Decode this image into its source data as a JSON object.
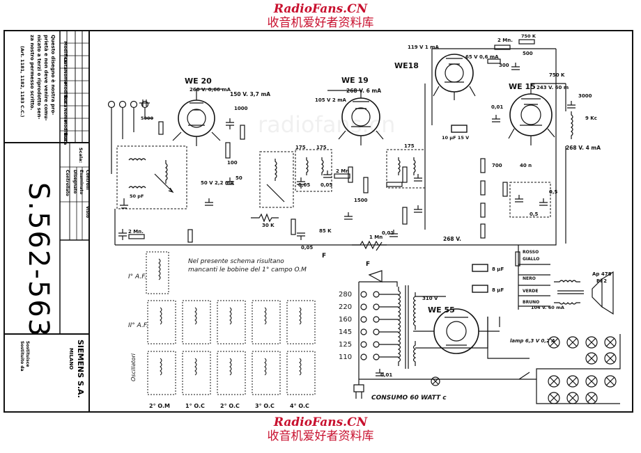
{
  "watermark": {
    "site": "RadioFans.CN",
    "cn": "收音机爱好者资料库",
    "center_mark": "radiofans.cn",
    "color": "#c8102e"
  },
  "title_block": {
    "model": "S.562-563",
    "maker": "SIEMENS S.A.",
    "city": "MILANO",
    "notice": [
      "Questo disegno è nostra pro-",
      "prietà e non deve venire comu-",
      "nicato a terzi o riprodotto sen-",
      "za nostro permesso scritto."
    ],
    "notice_ref": "(Art. 1181, 1182, 1183 C.C.)",
    "rev_cols": [
      "Modifica",
      "Data",
      "Nome"
    ],
    "rows": [
      "Scala:",
      "Controllato",
      "Disegnato",
      "Esaminato",
      "Controlli",
      "Visto"
    ],
    "substitute": [
      "Sostituisce",
      "Sostituito da"
    ]
  },
  "tubes": [
    {
      "label": "WE 20",
      "rating": "260 V. 0,66 mA"
    },
    {
      "label": "WE 19",
      "rating": "268 V. 6 mA"
    },
    {
      "label": "WE18",
      "rating": "119 V 1 mA"
    },
    {
      "label": "WE 15",
      "rating": "243 V. 60 m"
    },
    {
      "label": "WE 55",
      "rating": "310 V"
    }
  ],
  "values": {
    "v150": "150 V. 3,7 mA",
    "v105": "105 V 2 mA",
    "v50": "50 V 2,2 mA",
    "v65": "65 V 0,6 mA",
    "v268": "268 V. 4 mA",
    "v268b": "268 V.",
    "c1000": "1000",
    "c100": "100",
    "c50": "50",
    "c175": "175",
    "c175b": "175",
    "c175c": "175",
    "c005": "0,05",
    "c005b": "0,05",
    "c005c": "0,05",
    "c001": "0,01",
    "c001b": "0,01",
    "c001c": "0,01",
    "c05": "0,5",
    "c05b": "0,5",
    "c5000": "5000",
    "c3000": "3000",
    "c300": "300",
    "c500": "500",
    "c1500": "1500",
    "c50pf": "50 pF",
    "r2m": "2 Mn.",
    "r2mb": "2 Mn",
    "r2mc": "2 Mn.",
    "r750k": "750 K",
    "r750kb": "750 K",
    "r1m": "1 Mn",
    "r700": "700",
    "r40": "40 n",
    "r30k": "30 K",
    "r85k": "85 K",
    "r9k": "9 Kc",
    "c10": "10 µF 15 V",
    "c8a": "8 µF",
    "c8b": "8 µF",
    "ap": "Ap 478",
    "bi": "Bl 2",
    "lamp": "lamp 6,3 V 0,2 A",
    "power": "CONSUMO 60 WATT c",
    "v_taps": [
      "280",
      "220",
      "160",
      "145",
      "125",
      "110"
    ],
    "field_v": "104 V. 60 mA",
    "colors": [
      "ROSSO",
      "GIALLO",
      "NERO",
      "VERDE",
      "BRUNO"
    ],
    "f1": "F",
    "f2": "F"
  },
  "note": [
    "Nel presente schema risultano",
    "mancanti le bobine del 1° campo O.M"
  ],
  "coils": {
    "rows": [
      "I° A.F.",
      "II° A.F.",
      "Oscillatori"
    ],
    "columns": [
      "2° O.M",
      "1° O.C",
      "2° O.C",
      "3° O.C",
      "4° O.C"
    ]
  }
}
